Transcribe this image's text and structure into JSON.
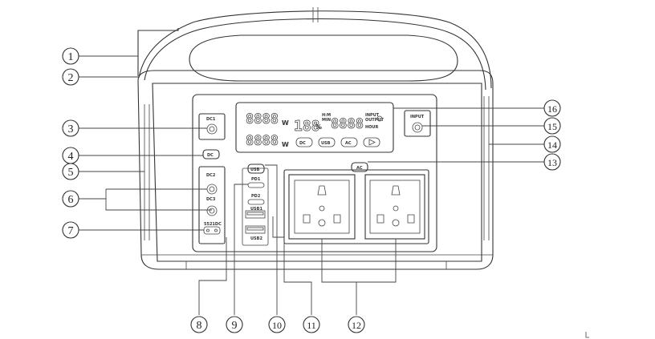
{
  "callouts": [
    {
      "num": "1"
    },
    {
      "num": "2"
    },
    {
      "num": "3"
    },
    {
      "num": "4"
    },
    {
      "num": "5"
    },
    {
      "num": "6"
    },
    {
      "num": "7"
    },
    {
      "num": "8"
    },
    {
      "num": "9"
    },
    {
      "num": "10"
    },
    {
      "num": "11"
    },
    {
      "num": "12"
    },
    {
      "num": "13"
    },
    {
      "num": "14"
    },
    {
      "num": "15"
    },
    {
      "num": "16"
    }
  ],
  "labels": {
    "dc1": "DC1",
    "dc_button": "DC",
    "dc2": "DC2",
    "dc3": "DC3",
    "dc5521": "5521DC",
    "usb_button": "USB",
    "pd1": "PD1",
    "pd2": "PD2",
    "usb1": "USB1",
    "usb2": "USB2",
    "ac_button": "AC",
    "input": "INPUT"
  },
  "lcd": {
    "watts_in": "8888",
    "watts_out": "8888",
    "unit_w_top": "W",
    "unit_w_bottom": "W",
    "percent": "188",
    "percent_unit": "%",
    "time_value": "8888",
    "time_flags_left_top": "H:M",
    "time_flags_left_bottom": "MIN",
    "time_flags_right_top": "INPUT",
    "time_flags_right_bottom": "OUTPUT",
    "time_unit": "HOUR",
    "icon_dc": "DC",
    "icon_usb": "USB",
    "icon_ac": "AC",
    "icon_play": "play-icon"
  }
}
